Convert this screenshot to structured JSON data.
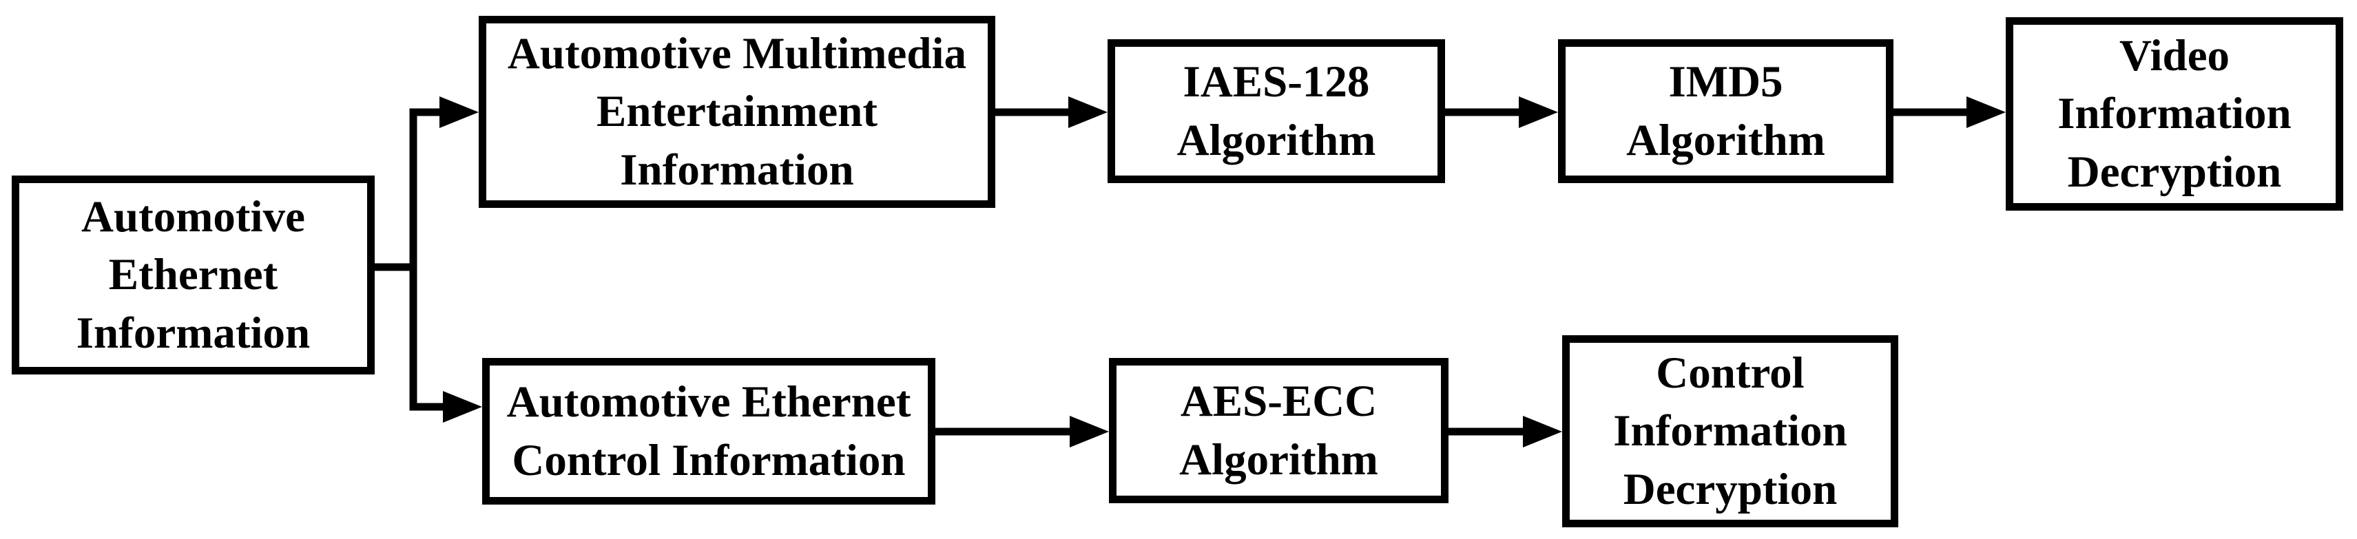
{
  "diagram": {
    "background_color": "#ffffff",
    "line_color": "#000000",
    "text_color": "#000000",
    "nodes": [
      {
        "id": "automotive-ethernet-information",
        "label": "Automotive Ethernet Information",
        "lines": [
          "Automotive",
          "Ethernet",
          "Information"
        ]
      },
      {
        "id": "automotive-multimedia-entertainment-information",
        "label": "Automotive Multimedia Entertainment Information",
        "lines": [
          "Automotive Multimedia",
          "Entertainment",
          "Information"
        ]
      },
      {
        "id": "iaes-128-algorithm",
        "label": "IAES-128 Algorithm",
        "lines": [
          "IAES-128",
          "Algorithm"
        ]
      },
      {
        "id": "imd5-algorithm",
        "label": "IMD5 Algorithm",
        "lines": [
          "IMD5",
          "Algorithm"
        ]
      },
      {
        "id": "video-information-decryption",
        "label": "Video Information Decryption",
        "lines": [
          "Video",
          "Information",
          "Decryption"
        ]
      },
      {
        "id": "automotive-ethernet-control-information",
        "label": "Automotive Ethernet Control Information",
        "lines": [
          "Automotive Ethernet",
          "Control Information"
        ]
      },
      {
        "id": "aes-ecc-algorithm",
        "label": "AES-ECC Algorithm",
        "lines": [
          "AES-ECC",
          "Algorithm"
        ]
      },
      {
        "id": "control-information-decryption",
        "label": "Control Information Decryption",
        "lines": [
          "Control",
          "Information",
          "Decryption"
        ]
      }
    ],
    "edges": [
      {
        "from": "automotive-ethernet-information",
        "to": "automotive-multimedia-entertainment-information"
      },
      {
        "from": "automotive-ethernet-information",
        "to": "automotive-ethernet-control-information"
      },
      {
        "from": "automotive-multimedia-entertainment-information",
        "to": "iaes-128-algorithm"
      },
      {
        "from": "iaes-128-algorithm",
        "to": "imd5-algorithm"
      },
      {
        "from": "imd5-algorithm",
        "to": "video-information-decryption"
      },
      {
        "from": "automotive-ethernet-control-information",
        "to": "aes-ecc-algorithm"
      },
      {
        "from": "aes-ecc-algorithm",
        "to": "control-information-decryption"
      }
    ]
  }
}
